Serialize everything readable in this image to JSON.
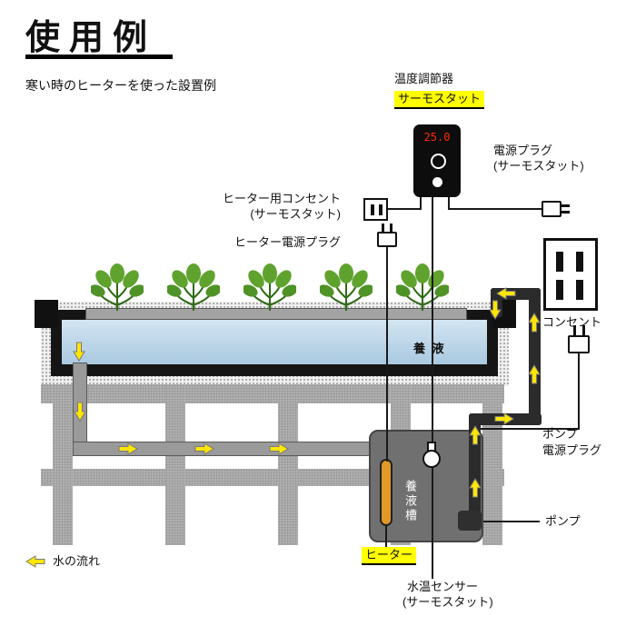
{
  "page": {
    "title": "使用例",
    "subtitle": "寒い時のヒーターを使った設置例"
  },
  "thermostat": {
    "type_label": "温度調節器",
    "name_label": "サーモスタット",
    "display": "25.0"
  },
  "labels": {
    "power_plug_1": "電源プラグ",
    "power_plug_2": "(サーモスタット)",
    "heater_outlet_1": "ヒーター用コンセント",
    "heater_outlet_2": "(サーモスタット)",
    "heater_plug": "ヒーター電源プラグ",
    "wall_outlet": "コンセント",
    "nutrient": "養 液",
    "tank": "養液槽",
    "pump_plug_1": "ポンプ",
    "pump_plug_2": "電源プラグ",
    "pump": "ポンプ",
    "heater": "ヒーター",
    "sensor_1": "水温センサー",
    "sensor_2": "(サーモスタット)"
  },
  "legend": {
    "flow": "水の流れ"
  },
  "colors": {
    "highlight": "#ffff00",
    "arrow": "#ffe600",
    "water": "#b9d7ea",
    "heater": "#e09a28",
    "display": "#ff2b00"
  }
}
